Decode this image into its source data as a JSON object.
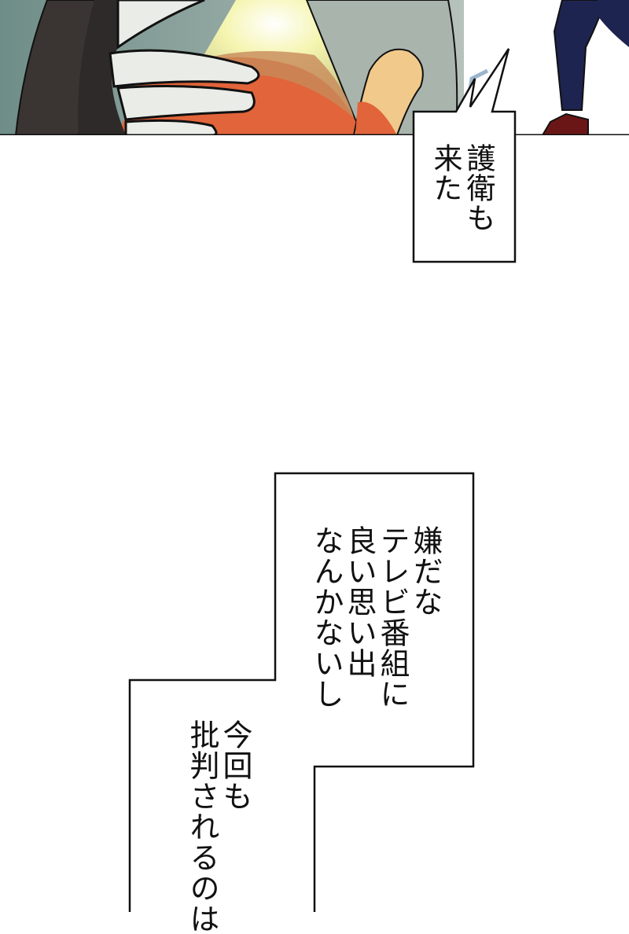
{
  "panel_top": {
    "description_colors": {
      "skin": "#f1f3ee",
      "fur": "#e2643a",
      "glow": "#f5f5b0",
      "suit": "#1e2450",
      "shoe": "#6b1616",
      "background": "#a9b4ad"
    }
  },
  "caption_1": {
    "lines": [
      "護衛も",
      "来た"
    ]
  },
  "caption_2": {
    "lines": [
      "嫌だな",
      "テレビ番組に",
      "良い思い出",
      "なんかないし"
    ]
  },
  "caption_3": {
    "lines": [
      "今回も",
      "批判されるのは"
    ]
  }
}
